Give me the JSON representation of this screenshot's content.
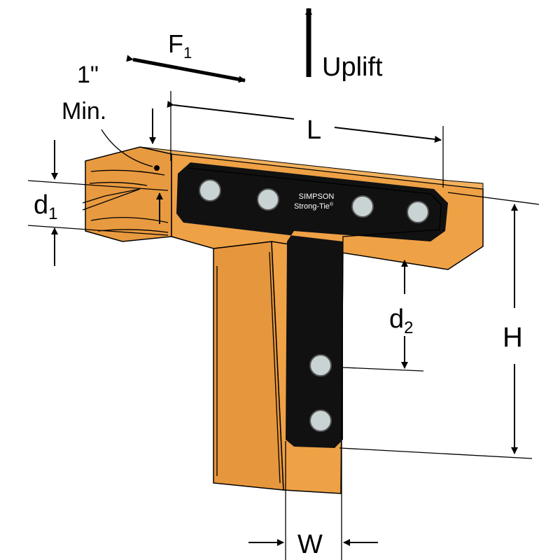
{
  "colors": {
    "wood": "#EFA146",
    "wood_dark": "#D88A30",
    "plate": "#111111",
    "bolt": "#C9D3D3"
  },
  "labels": {
    "force_f": "F",
    "force_f_sub": "1",
    "uplift": "Uplift",
    "min_1": "1\"",
    "min_2": "Min.",
    "length": "L",
    "d1": "d",
    "d1_sub": "1",
    "d2": "d",
    "d2_sub": "2",
    "height": "H",
    "width": "W"
  },
  "logo": {
    "line1": "SIMPSON",
    "line2": "Strong-Tie",
    "mark": "®"
  }
}
